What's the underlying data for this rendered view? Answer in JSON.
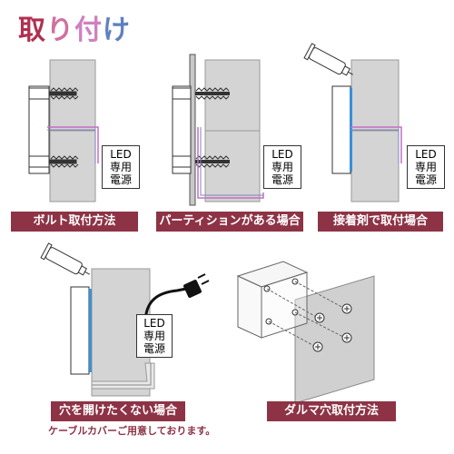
{
  "title": {
    "chars": [
      "取",
      "り",
      "付",
      "け"
    ],
    "colors": [
      "#b03050",
      "#d070a0",
      "#d080c0",
      "#6080c0"
    ]
  },
  "box_label": {
    "line1": "LED",
    "line2": "専用",
    "line3": "電源"
  },
  "panels": [
    {
      "label": "ボルト取付方法"
    },
    {
      "label": "パーティションがある場合"
    },
    {
      "label": "接着剤で取付場合"
    },
    {
      "label": "穴を開けたくない場合"
    },
    {
      "label": "ダルマ穴取付方法"
    }
  ],
  "note": "ケーブルカバーご用意しております。",
  "colors": {
    "accent": "#8d3345",
    "wall": "#d4d4d4",
    "led": "#3a8fd8",
    "cable": "#c070c0"
  }
}
